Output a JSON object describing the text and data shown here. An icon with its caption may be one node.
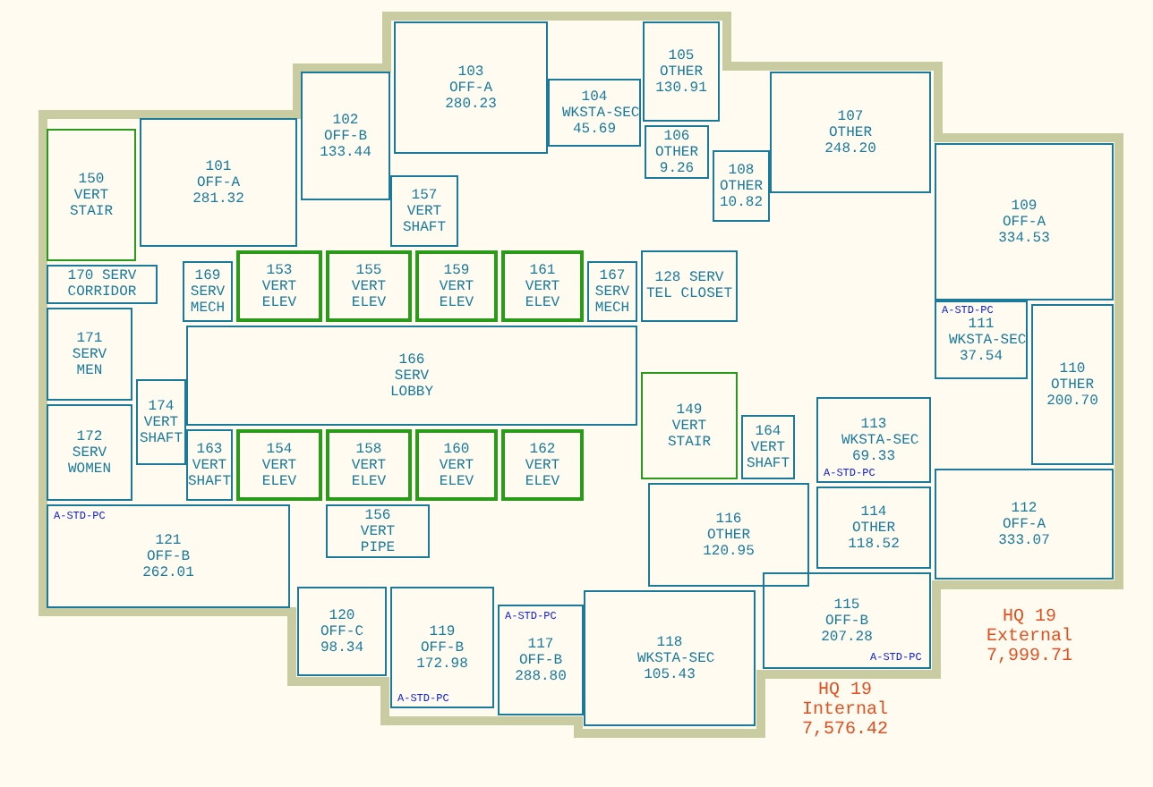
{
  "diagram": {
    "nodes": [
      {
        "text": [
          "103 OFF-A 280.23"
        ]
      },
      {
        "text": [
          "105 OTHER 130.91"
        ]
      },
      {
        "text": [
          "104 WKSTA-SEC 45.69"
        ]
      },
      {
        "text": [
          "102 OFF-B 133.44"
        ]
      },
      {
        "text": [
          "107 OTHER 248.20"
        ]
      },
      {
        "text": [
          "106 OTHER 9.26"
        ]
      },
      {
        "text": [
          "101 OFF-A 281.32"
        ]
      },
      {
        "text": [
          "108 OTHER 10.82"
        ]
      },
      {
        "text": [
          "109 OFF-A 334.53"
        ]
      },
      {
        "text": [
          "150 VERT STAIR"
        ]
      },
      {
        "text": [
          "157 VERT SHAFT"
        ]
      },
      {
        "text": [
          "153 VERT ELEV"
        ]
      },
      {
        "text": [
          "155 VERT ELEV"
        ]
      },
      {
        "text": [
          "159 VERT ELEV"
        ]
      },
      {
        "text": [
          "161 VERT ELEV"
        ]
      },
      {
        "text": [
          "167 SERV MECH"
        ]
      },
      {
        "text": [
          "128 SERV TEL CLOSET"
        ]
      },
      {
        "text": [
          "169 SERV MECH"
        ]
      },
      {
        "text": [
          "170 SERV CORRIDOR"
        ]
      },
      {
        "text": [
          "171 SERV MEN"
        ]
      },
      {
        "text": [
          "166 SERV LOBBY"
        ]
      },
      {
        "text": [
          "111 WKSTA-SEC 37.54"
        ]
      },
      {
        "text": [
          "110 OTHER 200.70"
        ]
      },
      {
        "text": [
          "174 VERT SHAFT"
        ]
      },
      {
        "text": [
          "149 VERT STAIR"
        ]
      },
      {
        "text": [
          "164 VERT SHAFT"
        ]
      },
      {
        "text": [
          "113 WKSTA-SEC 69.33"
        ]
      },
      {
        "text": [
          "172 SERV WOMEN"
        ]
      },
      {
        "text": [
          "163 VERT SHAFT"
        ]
      },
      {
        "text": [
          "154 VERT ELEV"
        ]
      },
      {
        "text": [
          "158 VERT ELEV"
        ]
      },
      {
        "text": [
          "160 VERT ELEV"
        ]
      },
      {
        "text": [
          "162 VERT ELEV"
        ]
      },
      {
        "text": [
          "156 VERT PIPE"
        ]
      },
      {
        "text": [
          "116 OTHER 120.95"
        ]
      },
      {
        "text": [
          "114 OTHER 118.52"
        ]
      },
      {
        "text": [
          "112 OFF-A 333.07"
        ]
      },
      {
        "text": [
          "121 OFF-B 262.01"
        ]
      },
      {
        "text": [
          "115 OFF-B 207.28"
        ]
      },
      {
        "text": [
          "120 OFF-C 98.34"
        ]
      },
      {
        "text": [
          "119 OFF-B 172.98"
        ]
      },
      {
        "text": [
          "117 OFF-B 288.80"
        ]
      },
      {
        "text": [
          "118 WKSTA-SEC 105.43"
        ]
      }
    ],
    "labels": [
      "A-STD-PC",
      "A-STD-PC",
      "A-STD-PC",
      "A-STD-PC",
      "A-STD-PC",
      "A-STD-PC",
      "HQ 19 External 7,999.71",
      "HQ 19 Internal 7,576.42"
    ]
  }
}
